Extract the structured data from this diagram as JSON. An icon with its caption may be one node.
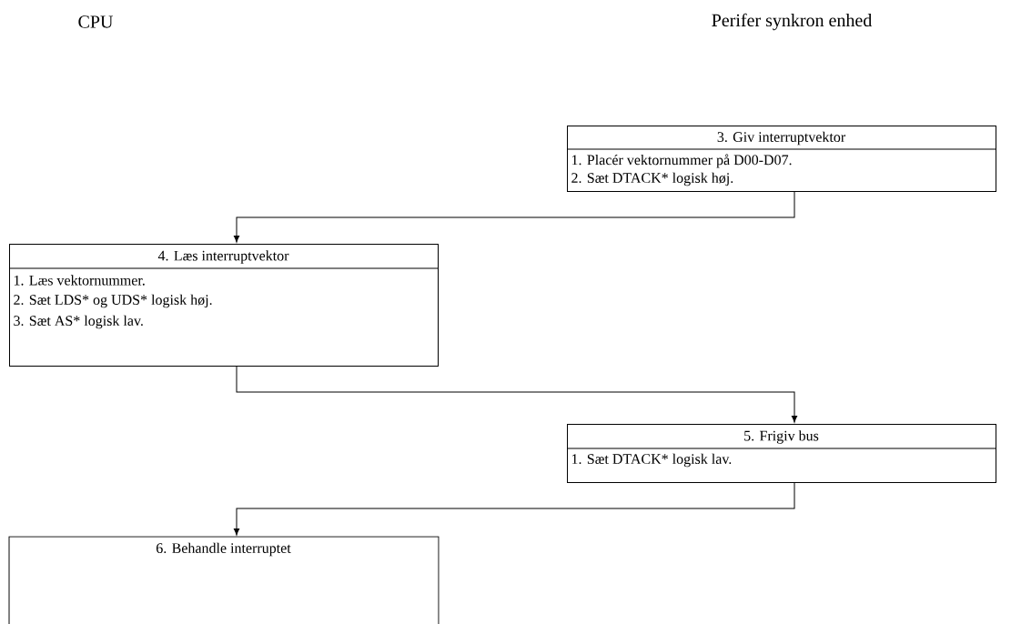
{
  "diagram": {
    "nodes": [
      {
        "text": [
          "3. Giv interruptvektor",
          "1. Placér vektornummer på D00-D07.",
          "2. Sæt DTACK* logisk høj."
        ]
      },
      {
        "text": [
          "4. Læs interruptvektor",
          "1. Læs vektornummer.",
          "2. Sæt LDS* og UDS* logisk høj.",
          "3. Sæt AS* logisk lav."
        ]
      },
      {
        "text": [
          "5. Frigiv bus",
          "1. Sæt DTACK* logisk lav."
        ]
      },
      {
        "text": [
          "6. Behandle interruptet"
        ]
      }
    ],
    "edges": [
      {
        "from": 0,
        "to": 1,
        "arrow": "to"
      },
      {
        "from": 1,
        "to": 2,
        "arrow": "to"
      },
      {
        "from": 2,
        "to": 3,
        "arrow": "to"
      }
    ],
    "labels": [
      "CPU",
      "Perifer synkron enhed"
    ]
  }
}
